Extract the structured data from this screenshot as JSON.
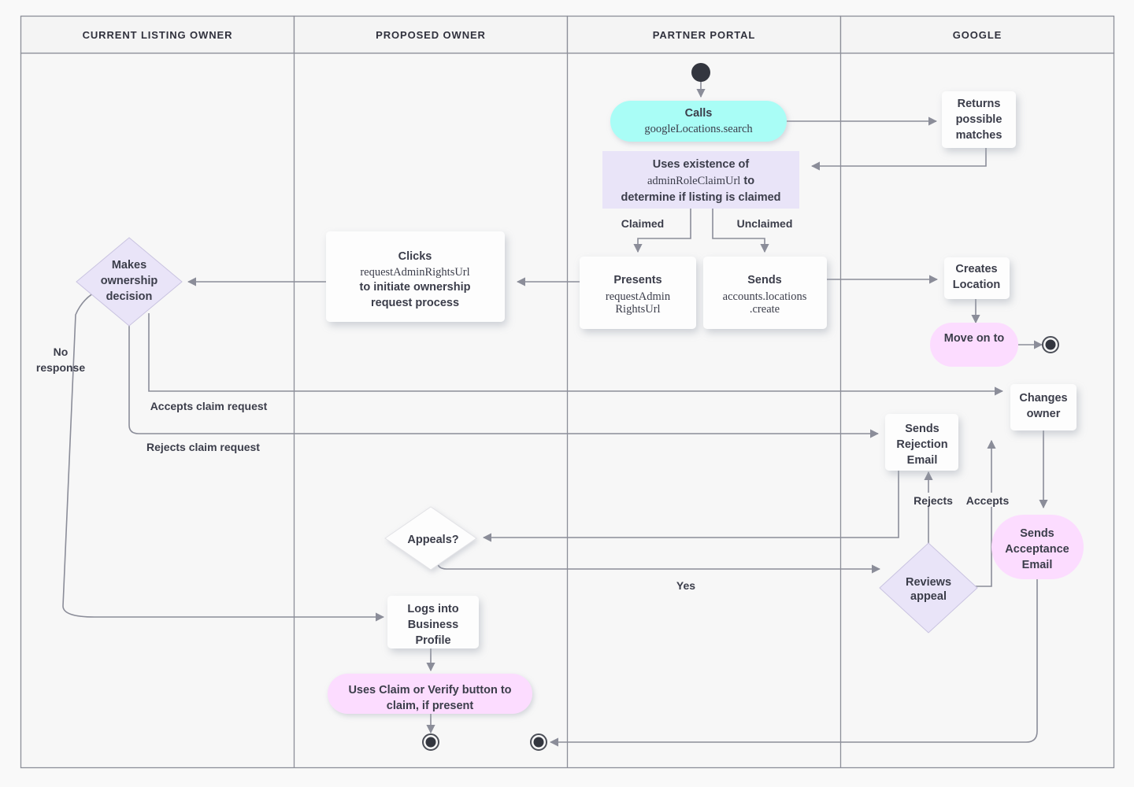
{
  "diagram": {
    "title": "Business listing ownership transfer flow",
    "type": "swimlane-flowchart",
    "colors": {
      "background": "#f9f9f9",
      "lane_header_fill": "#f4f4f4",
      "lane_border": "#8d8f99",
      "edge": "#8b8d99",
      "node_white": "#fdfdfd",
      "node_lavender": "#e9e4f8",
      "node_cyan": "#a9fdf6",
      "node_pink": "#fcdcff",
      "text": "#3b3d4a",
      "terminal": "#33363f"
    },
    "lanes": [
      {
        "id": "current-listing-owner",
        "label": "CURRENT LISTING OWNER"
      },
      {
        "id": "proposed-owner",
        "label": "PROPOSED OWNER"
      },
      {
        "id": "partner-portal",
        "label": "PARTNER PORTAL"
      },
      {
        "id": "google",
        "label": "GOOGLE"
      }
    ],
    "nodes": [
      {
        "id": "start",
        "lane": "partner-portal",
        "shape": "start-dot",
        "label": ""
      },
      {
        "id": "calls-search",
        "lane": "partner-portal",
        "shape": "pill",
        "fill": "cyan",
        "lines": [
          "Calls",
          "googleLocations.search"
        ],
        "mono_lines": [
          1
        ]
      },
      {
        "id": "returns-matches",
        "lane": "google",
        "shape": "rect",
        "fill": "white",
        "lines": [
          "Returns",
          "possible",
          "matches"
        ]
      },
      {
        "id": "uses-existence",
        "lane": "partner-portal",
        "shape": "rect-flat",
        "fill": "lavender",
        "lines": [
          "Uses existence of",
          "adminRoleClaimUrl to",
          "determine if listing is claimed"
        ],
        "mono_lines": []
      },
      {
        "id": "presents-url",
        "lane": "partner-portal",
        "shape": "rect",
        "fill": "white",
        "lines": [
          "Presents",
          "requestAdmin",
          "RightsUrl"
        ],
        "mono_lines": [
          1,
          2
        ]
      },
      {
        "id": "sends-create",
        "lane": "partner-portal",
        "shape": "rect",
        "fill": "white",
        "lines": [
          "Sends",
          "accounts.locations",
          ".create"
        ],
        "mono_lines": [
          1,
          2
        ]
      },
      {
        "id": "creates-location",
        "lane": "google",
        "shape": "rect",
        "fill": "white",
        "lines": [
          "Creates",
          "Location"
        ]
      },
      {
        "id": "move-on-to",
        "lane": "google",
        "shape": "pill",
        "fill": "pink",
        "lines": [
          "Move on to"
        ]
      },
      {
        "id": "end-google",
        "lane": "google",
        "shape": "end-dot",
        "label": ""
      },
      {
        "id": "clicks-request",
        "lane": "proposed-owner",
        "shape": "rect",
        "fill": "white",
        "lines": [
          "Clicks",
          "requestAdminRightsUrl",
          "to initiate ownership",
          "request process"
        ],
        "mono_lines": [
          1
        ]
      },
      {
        "id": "makes-decision",
        "lane": "current-listing-owner",
        "shape": "diamond",
        "fill": "lavender",
        "lines": [
          "Makes",
          "ownership",
          "decision"
        ]
      },
      {
        "id": "changes-owner",
        "lane": "google",
        "shape": "rect",
        "fill": "white",
        "lines": [
          "Changes",
          "owner"
        ]
      },
      {
        "id": "sends-rejection",
        "lane": "google",
        "shape": "rect",
        "fill": "white",
        "lines": [
          "Sends",
          "Rejection",
          "Email"
        ]
      },
      {
        "id": "sends-acceptance",
        "lane": "google",
        "shape": "pill",
        "fill": "pink",
        "lines": [
          "Sends",
          "Acceptance",
          "Email"
        ]
      },
      {
        "id": "reviews-appeal",
        "lane": "google",
        "shape": "diamond",
        "fill": "lavender",
        "lines": [
          "Reviews",
          "appeal"
        ]
      },
      {
        "id": "appeals",
        "lane": "proposed-owner",
        "shape": "diamond",
        "fill": "white",
        "lines": [
          "Appeals?"
        ]
      },
      {
        "id": "logs-into",
        "lane": "proposed-owner",
        "shape": "rect",
        "fill": "white",
        "lines": [
          "Logs into",
          "Business",
          "Profile"
        ]
      },
      {
        "id": "uses-claim",
        "lane": "proposed-owner",
        "shape": "pill",
        "fill": "pink",
        "lines": [
          "Uses Claim or Verify button to",
          "claim, if present"
        ]
      },
      {
        "id": "end-proposed",
        "lane": "proposed-owner",
        "shape": "end-dot",
        "label": ""
      },
      {
        "id": "end-portal",
        "lane": "partner-portal",
        "shape": "end-dot",
        "label": ""
      }
    ],
    "edges": [
      {
        "from": "start",
        "to": "calls-search",
        "label": ""
      },
      {
        "from": "calls-search",
        "to": "returns-matches",
        "label": ""
      },
      {
        "from": "returns-matches",
        "to": "uses-existence",
        "label": ""
      },
      {
        "from": "uses-existence",
        "to": "presents-url",
        "label": "Claimed"
      },
      {
        "from": "uses-existence",
        "to": "sends-create",
        "label": "Unclaimed"
      },
      {
        "from": "presents-url",
        "to": "clicks-request",
        "label": ""
      },
      {
        "from": "clicks-request",
        "to": "makes-decision",
        "label": ""
      },
      {
        "from": "sends-create",
        "to": "creates-location",
        "label": ""
      },
      {
        "from": "creates-location",
        "to": "move-on-to",
        "label": ""
      },
      {
        "from": "move-on-to",
        "to": "end-google",
        "label": ""
      },
      {
        "from": "makes-decision",
        "to": "changes-owner",
        "label": "Accepts claim request"
      },
      {
        "from": "makes-decision",
        "to": "sends-rejection",
        "label": "Rejects claim request"
      },
      {
        "from": "makes-decision",
        "to": "logs-into",
        "label": "No response"
      },
      {
        "from": "changes-owner",
        "to": "sends-acceptance",
        "label": ""
      },
      {
        "from": "sends-rejection",
        "to": "appeals",
        "label": ""
      },
      {
        "from": "appeals",
        "to": "reviews-appeal",
        "label": "Yes"
      },
      {
        "from": "reviews-appeal",
        "to": "sends-rejection",
        "label": "Rejects"
      },
      {
        "from": "reviews-appeal",
        "to": "changes-owner",
        "label": "Accepts"
      },
      {
        "from": "logs-into",
        "to": "uses-claim",
        "label": ""
      },
      {
        "from": "uses-claim",
        "to": "end-proposed",
        "label": ""
      },
      {
        "from": "sends-acceptance",
        "to": "end-portal",
        "label": ""
      }
    ],
    "edge_labels": {
      "claimed": "Claimed",
      "unclaimed": "Unclaimed",
      "no_response_l1": "No",
      "no_response_l2": "response",
      "accepts_claim": "Accepts claim request",
      "rejects_claim": "Rejects claim request",
      "rejects": "Rejects",
      "accepts": "Accepts",
      "yes": "Yes"
    },
    "node_text": {
      "calls_search_l1": "Calls",
      "calls_search_l2": "googleLocations.search",
      "returns_l1": "Returns",
      "returns_l2": "possible",
      "returns_l3": "matches",
      "uses_existence_l1": "Uses existence of",
      "uses_existence_l2a": "adminRoleClaimUrl",
      "uses_existence_l2b": " to",
      "uses_existence_l3": "determine if listing is claimed",
      "presents_l1": "Presents",
      "presents_l2": "requestAdmin",
      "presents_l3": "RightsUrl",
      "sends_create_l1": "Sends",
      "sends_create_l2": "accounts.locations",
      "sends_create_l3": ".create",
      "creates_l1": "Creates",
      "creates_l2": "Location",
      "move_on_to": "Move on to",
      "clicks_l1": "Clicks",
      "clicks_l2": "requestAdminRightsUrl",
      "clicks_l3": "to initiate ownership",
      "clicks_l4": "request process",
      "makes_l1": "Makes",
      "makes_l2": "ownership",
      "makes_l3": "decision",
      "changes_l1": "Changes",
      "changes_l2": "owner",
      "rejection_l1": "Sends",
      "rejection_l2": "Rejection",
      "rejection_l3": "Email",
      "acceptance_l1": "Sends",
      "acceptance_l2": "Acceptance",
      "acceptance_l3": "Email",
      "reviews_l1": "Reviews",
      "reviews_l2": "appeal",
      "appeals": "Appeals?",
      "logs_l1": "Logs into",
      "logs_l2": "Business",
      "logs_l3": "Profile",
      "claim_l1": "Uses Claim or Verify button to",
      "claim_l2": "claim, if present"
    }
  }
}
